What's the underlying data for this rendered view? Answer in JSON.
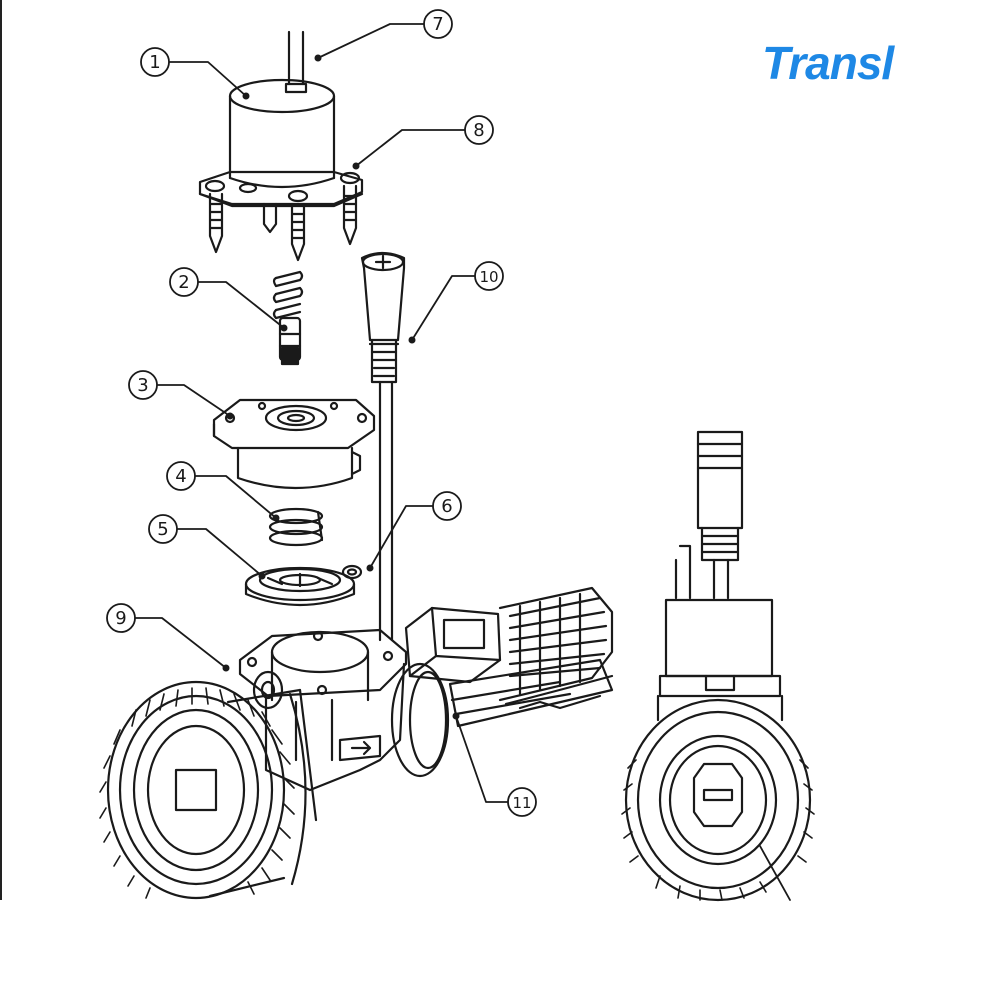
{
  "brand": {
    "text": "Transl",
    "color": "#1e88e5"
  },
  "diagram": {
    "line_color": "#1a1a1a",
    "callouts": [
      "1",
      "2",
      "3",
      "4",
      "5",
      "6",
      "7",
      "8",
      "9",
      "10",
      "11"
    ]
  }
}
